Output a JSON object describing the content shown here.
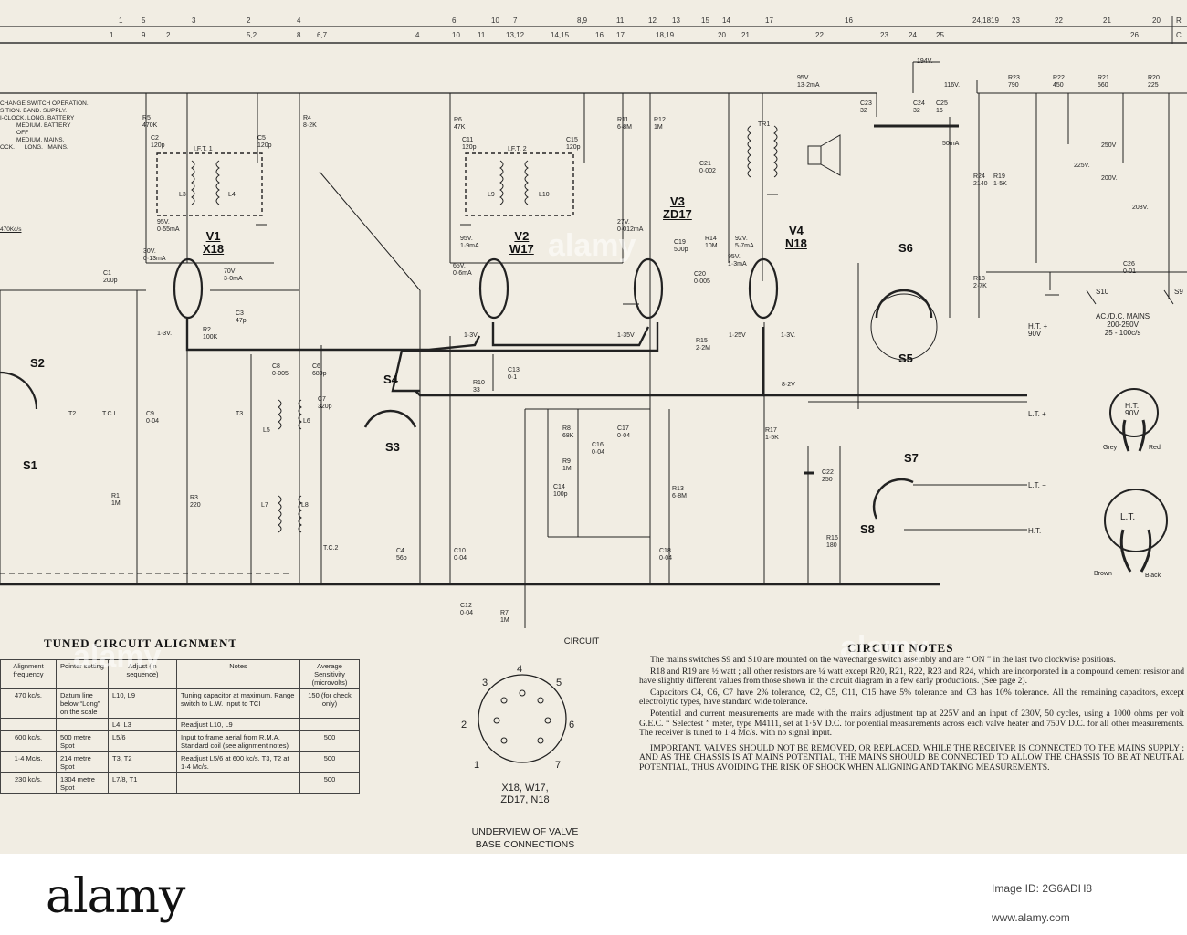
{
  "scale": {
    "upper": [
      "1",
      "5",
      "3",
      "2",
      "4",
      "6",
      "10",
      "7",
      "8,9",
      "11",
      "12",
      "13",
      "15",
      "14",
      "17",
      "16",
      "24,18",
      "19",
      "23",
      "22",
      "21",
      "20",
      "R"
    ],
    "lower": [
      "1",
      "9",
      "2",
      "5,2",
      "8",
      "6,7",
      "4",
      "10",
      "11",
      "13,12",
      "14,15",
      "16",
      "17",
      "18,19",
      "20",
      "21",
      "22",
      "23",
      "24",
      "25",
      "26",
      "C"
    ]
  },
  "valves": [
    {
      "name": "V1",
      "type": "X18"
    },
    {
      "name": "V2",
      "type": "W17"
    },
    {
      "name": "V3",
      "type": "ZD17"
    },
    {
      "name": "V4",
      "type": "N18"
    }
  ],
  "switches": [
    "S1",
    "S2",
    "S3",
    "S4",
    "S5",
    "S6",
    "S7",
    "S8",
    "S9",
    "S10"
  ],
  "wavechange_table": [
    "CHANGE SWITCH OPERATION.",
    "SITION.   BAND.   SUPPLY.",
    "I-CLOCK.  LONG.   BATTERY",
    "          MEDIUM. BATTERY",
    "          OFF",
    "          MEDIUM. MAINS.",
    "OCK.      LONG.   MAINS."
  ],
  "if_label": "470Kc/s",
  "components": {
    "r5": "R5",
    "r5v": "470K",
    "c2": "C2",
    "c2v": "120p",
    "ift1": "I.F.T. 1",
    "c5": "C5",
    "c5v": "120p",
    "r4": "R4",
    "r4v": "8·2K",
    "r6": "R6",
    "r6v": "47K",
    "c11": "C11",
    "c11v": "120p",
    "ift2": "I.F.T. 2",
    "c15": "C15",
    "c15v": "120p",
    "r11": "R11",
    "r11v": "6·8M",
    "r12": "R12",
    "r12v": "1M",
    "l3": "L3",
    "l4": "L4",
    "l9": "L9",
    "l10": "L10",
    "tr1": "TR1",
    "c21": "C21",
    "c21v": "0·002",
    "c1": "C1",
    "c1v": "200p",
    "c3": "C3",
    "c3v": "47p",
    "r2": "R2",
    "r2v": "100K",
    "c19": "C19",
    "c19v": "500p",
    "r14": "R14",
    "r14v": "10M",
    "c20": "C20",
    "c20v": "0·005",
    "r15": "R15",
    "r15v": "2·2M",
    "c8": "C8",
    "c8v": "0·005",
    "c6": "C6",
    "c6v": "680p",
    "c7": "C7",
    "c7v": "320p",
    "t3": "T3",
    "l5": "L5",
    "l6": "L6",
    "l7": "L7",
    "l8": "L8",
    "tc2": "T.C.2",
    "c9": "C9",
    "c9v": "0·04",
    "t2": "T2",
    "tc1": "T.C.I.",
    "r1": "R1",
    "r1v": "1M",
    "r3": "R3",
    "r3v": "220",
    "c4": "C4",
    "c4v": "56p",
    "c10": "C10",
    "c10v": "0·04",
    "c12": "C12",
    "c12v": "0·04",
    "r7": "R7",
    "r7v": "1M",
    "r10": "R10",
    "r10v": "33",
    "c13": "C13",
    "c13v": "0·1",
    "r8": "R8",
    "r8v": "68K",
    "r9": "R9",
    "r9v": "1M",
    "c14": "C14",
    "c14v": "100p",
    "c16": "C16",
    "c16v": "0·04",
    "c17": "C17",
    "c17v": "0·04",
    "r13": "R13",
    "r13v": "6·8M",
    "c18": "C18",
    "c18v": "0·04",
    "r17": "R17",
    "r17v": "1·5K",
    "c22": "C22",
    "c22v": "250",
    "r16": "R16",
    "r16v": "180",
    "r18": "R18",
    "r18v": "2·7K",
    "r24": "R24",
    "r24v": "2140",
    "r19": "R19",
    "r19v": "1·5K",
    "c23": "C23",
    "c23v": "32",
    "c24": "C24",
    "c24v": "32",
    "c25": "C25",
    "c25v": "16",
    "r23": "R23",
    "r23v": "790",
    "r22": "R22",
    "r22v": "450",
    "r21": "R21",
    "r21v": "560",
    "r20": "R20",
    "r20v": "225",
    "c26": "C26",
    "c26v": "0·01"
  },
  "voltages": {
    "v1a": "95V.",
    "v1b": "0·55mA",
    "v1c": "30V.",
    "v1d": "0·13mA",
    "v1e": "70V",
    "v1f": "3·0mA",
    "v1g": "1·3V.",
    "v2a": "95V.",
    "v2b": "1·9mA",
    "v2c": "65V.",
    "v2d": "0·6mA",
    "v2e": "1·3V",
    "v3a": "27V.",
    "v3b": "0·012mA",
    "v3c": "1·35V",
    "v4a": "92V.",
    "v4b": "5·7mA",
    "v4c": "95V.",
    "v4d": "1·3mA",
    "v4e": "1·25V",
    "v4f": "1·3V.",
    "s1": "95V.",
    "s2": "13·2mA",
    "s3": "194V.",
    "s4": "116V.",
    "s5": "50mA",
    "s6": "250V",
    "s7": "225V.",
    "s8": "200V.",
    "s9": "208V.",
    "s10": "8·2V"
  },
  "outputs": {
    "ht": "H.T. +",
    "ht_v": "90V",
    "lt_plus": "L.T. +",
    "lt_minus": "L.T. −",
    "ht_minus": "H.T. −",
    "mains": "AC./D.C. MAINS",
    "mains_v": "200-250V",
    "mains_f": "25 - 100c/s"
  },
  "plugs": {
    "ht_plug": "H.T.",
    "ht_plug_v": "90V",
    "grey": "Grey",
    "red": "Red",
    "lt_plug": "L.T.",
    "brown": "Brown",
    "black": "Black"
  },
  "alignment": {
    "title": "TUNED CIRCUIT ALIGNMENT",
    "headers": [
      "Alignment frequency",
      "Pointer setting",
      "Adjust (in sequence)",
      "Notes",
      "Average Sensitivity (microvolts)"
    ],
    "rows": [
      [
        "470 kc/s.",
        "Datum line below “Long” on the scale",
        "L10, L9",
        "Tuning capacitor at maximum. Range switch to L.W. Input to TCI",
        "150 (for check only)"
      ],
      [
        "",
        "",
        "L4, L3",
        "Readjust L10, L9",
        ""
      ],
      [
        "600 kc/s.",
        "500 metre Spot",
        "L5/6",
        "Input to frame aerial from R.M.A. Standard coil (see alignment notes)",
        "500"
      ],
      [
        "1·4 Mc/s.",
        "214 metre Spot",
        "T3, T2",
        "Readjust L5/6 at 600 kc/s. T3, T2 at 1·4 Mc/s.",
        "500"
      ],
      [
        "230 kc/s.",
        "1304 metre Spot",
        "L7/8, T1",
        "",
        "500"
      ]
    ]
  },
  "base": {
    "circuit": "CIRCUIT",
    "pins": [
      "1",
      "2",
      "3",
      "4",
      "5",
      "6",
      "7"
    ],
    "types": "X18, W17,",
    "types2": "ZD17, N18",
    "caption1": "UNDERVIEW OF VALVE",
    "caption2": "BASE CONNECTIONS"
  },
  "notes": {
    "title": "CIRCUIT NOTES",
    "p1": "The mains switches S9 and S10 are mounted on the wavechange switch assembly and are “ ON ” in the last two clockwise positions.",
    "p2": "R18 and R19 are ½ watt ; all other resistors are ¼ watt except R20, R21, R22, R23 and R24, which are incorporated in a compound cement resistor and have slightly different values from those shown in the circuit diagram in a few early productions. (See page 2).",
    "p3": "Capacitors C4, C6, C7 have 2% tolerance, C2, C5, C11, C15 have 5% tolerance and C3 has 10% tolerance. All the remaining capacitors, except electrolytic types, have standard wide tolerance.",
    "p4": "Potential and current measurements are made with the mains adjustment tap at 225V and an input of 230V, 50 cycles, using a 1000 ohms per volt G.E.C. “ Selectest ” meter, type M4111, set at 1·5V D.C. for potential measurements across each valve heater and 750V D.C. for all other measurements. The receiver is tuned to 1·4 Mc/s. with no signal input.",
    "p5": "IMPORTANT. VALVES SHOULD NOT BE REMOVED, OR REPLACED, WHILE THE RECEIVER IS CONNECTED TO THE MAINS SUPPLY ; AND AS THE CHASSIS IS AT MAINS POTENTIAL, THE MAINS SHOULD BE CONNECTED TO ALLOW THE CHASSIS TO BE AT NEUTRAL POTENTIAL, THUS AVOIDING THE RISK OF SHOCK WHEN ALIGNING AND TAKING MEASUREMENTS."
  },
  "footer": {
    "logo": "alamy",
    "image_id_label": "Image ID: 2G6ADH8",
    "url": "www.alamy.com",
    "watermark": "alamy"
  }
}
